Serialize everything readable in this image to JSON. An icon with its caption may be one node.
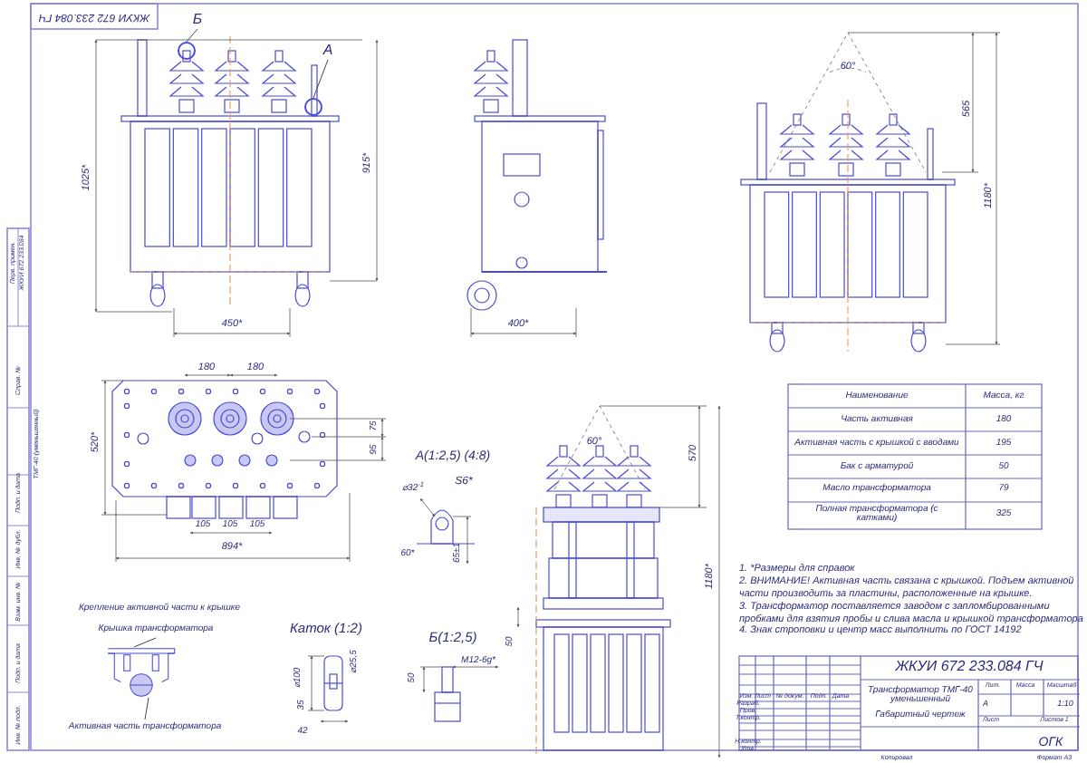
{
  "diagram": {
    "nodes": [
      {
        "text": [
          "Б"
        ]
      },
      {
        "text": [],
        "shape": "circle"
      },
      {
        "text": [
          "А"
        ]
      },
      {
        "text": [],
        "shape": "circle"
      },
      {
        "text": [
          "Крышка трансформатора"
        ]
      },
      {
        "text": [],
        "shape": "picture"
      },
      {
        "text": [
          "Активная часть трансформатора"
        ]
      }
    ],
    "edges": [
      {
        "from": 0,
        "to": 1,
        "arrow": "none"
      },
      {
        "from": 2,
        "to": 3,
        "arrow": "none"
      },
      {
        "from": 4,
        "to": 5,
        "arrow": "none"
      },
      {
        "from": 6,
        "to": 5,
        "arrow": "none"
      }
    ],
    "labels": [
      "ЖКУИ 672 233.084 ГЧ",
      "1025*",
      "915*",
      "450*",
      "400*",
      "60°",
      "565",
      "1180*",
      "180",
      "180",
      "520*",
      "75",
      "95",
      "105",
      "105",
      "105",
      "894*",
      "А(1:2,5) (4:8)",
      "⌀32$^{-1}$",
      "S6*",
      "60*",
      "65±1",
      "60°",
      "570",
      "1180*",
      "Крепление активной части к крышке",
      "Каток (1:2)",
      "Б(1:2,5)",
      "⌀100",
      "⌀25,5",
      "35",
      "42",
      "М12-6g*",
      "50",
      "50",
      "Наименование",
      "Масса, кг",
      "Часть активная",
      "180",
      "Активная часть с крышкой с вводами",
      "195",
      "Бак с арматурой",
      "50",
      "Масло трансформатора",
      "79",
      "Полная трансформатора (с катками)",
      "325",
      "1. *Размеры для справок",
      "2. ВНИМАНИЕ! Активная часть связана с крышкой. Подъем активной части производить за пластины, расположенные на крышке.",
      "3. Трансформатор поставляется заводом с запломбированными пробками для взятия пробы и слива масла и крышкой трансформатора",
      "4. Знак строповки и центр масс выполнить по ГОСТ 14192",
      "ЖКУИ 672 233.084 ГЧ",
      "Изм.",
      "Лист",
      "№ докум.",
      "Подп.",
      "Дата",
      "Разраб.",
      "Пров.",
      "Т.контр.",
      "Н.контр.",
      "Утв.",
      "Трансформатор ТМГ-40 уменьшенный",
      "Габаритный чертеж",
      "Лит.",
      "Масса",
      "Масштаб",
      "А",
      "1:10",
      "Лист",
      "Листов 1",
      "ОГК",
      "Копировал",
      "Формат А3",
      "Перв. примен.",
      "ЖКУИ 672 233.084",
      "Справ. №",
      "ТМГ-40 (уменьшенный)",
      "Подп. и дата",
      "Инв. № дубл.",
      "Взам. инв. №",
      "Подп. и дата",
      "Инв. № подл."
    ]
  }
}
